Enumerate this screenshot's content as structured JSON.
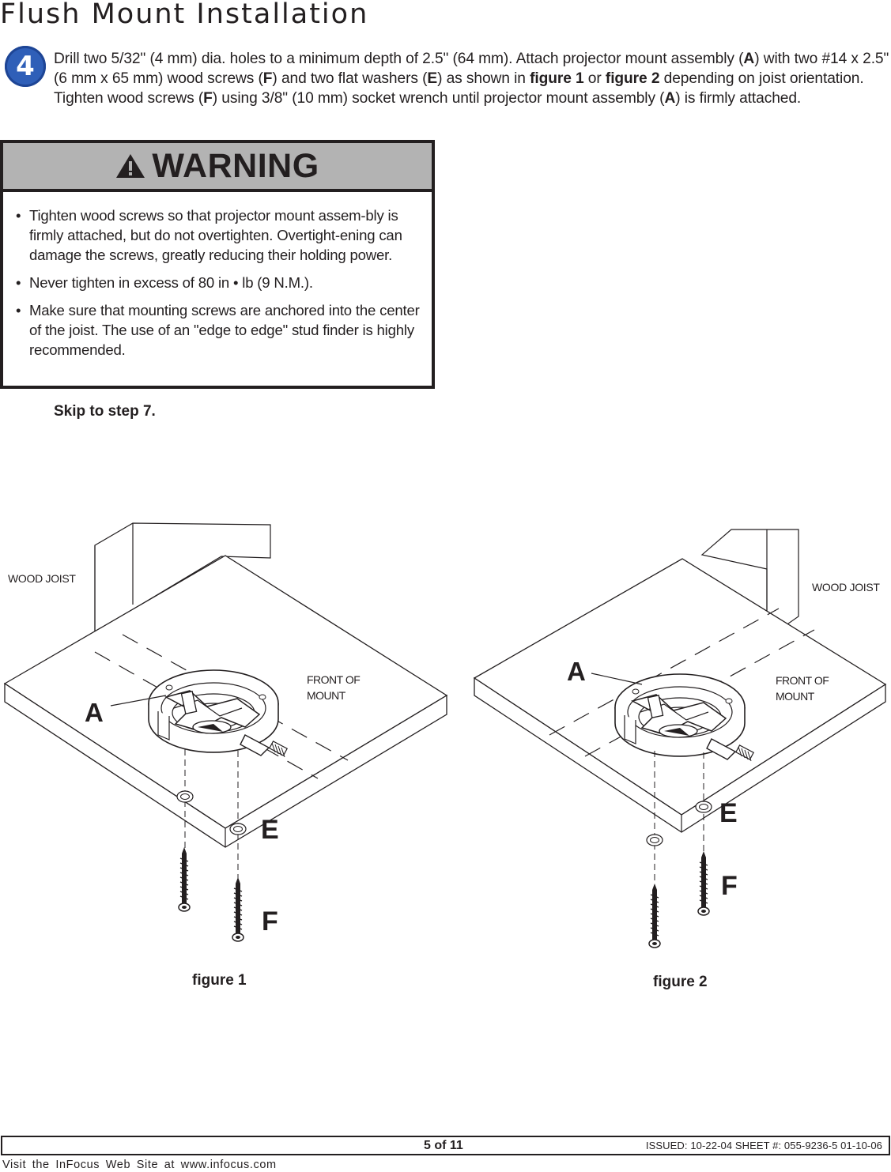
{
  "page": {
    "title": "Flush Mount Installation"
  },
  "step": {
    "number": "4",
    "text_parts": [
      {
        "t": "Drill two 5/32\" (4 mm) dia. holes to a minimum depth of 2.5\" (64 mm). Attach projector mount assembly (",
        "b": false
      },
      {
        "t": "A",
        "b": true
      },
      {
        "t": ") with two #14 x 2.5\" (6 mm x 65 mm) wood screws (",
        "b": false
      },
      {
        "t": "F",
        "b": true
      },
      {
        "t": ") and two flat washers (",
        "b": false
      },
      {
        "t": "E",
        "b": true
      },
      {
        "t": ") as shown in ",
        "b": false
      },
      {
        "t": "figure 1",
        "b": true
      },
      {
        "t": " or ",
        "b": false
      },
      {
        "t": "figure 2",
        "b": true
      },
      {
        "t": " depending on joist orientation.  Tighten wood screws (",
        "b": false
      },
      {
        "t": "F",
        "b": true
      },
      {
        "t": ") using 3/8\" (10 mm) socket wrench until projector mount assembly (",
        "b": false
      },
      {
        "t": "A",
        "b": true
      },
      {
        "t": ") is firmly attached.",
        "b": false
      }
    ]
  },
  "warning": {
    "title": "WARNING",
    "items": [
      "Tighten wood screws so that projector mount assem-bly is firmly attached, but do not overtighten. Overtight-ening can damage the screws, greatly reducing their holding power.",
      "Never tighten in excess of 80 in • lb (9 N.M.).",
      "Make sure that mounting screws are anchored into the center of the joist. The use of an \"edge to edge\" stud finder is highly recommended."
    ]
  },
  "skip_text": "Skip to step 7.",
  "figures": {
    "fig1": {
      "caption": "figure 1",
      "joist_label": "WOOD JOIST",
      "front_label_1": "FRONT OF",
      "front_label_2": "MOUNT",
      "label_a": "A",
      "label_e": "E",
      "label_f": "F"
    },
    "fig2": {
      "caption": "figure 2",
      "joist_label": "WOOD JOIST",
      "front_label_1": "FRONT OF",
      "front_label_2": "MOUNT",
      "label_a": "A",
      "label_e": "E",
      "label_f": "F"
    }
  },
  "footer": {
    "page_label": "5 of 11",
    "issued": "ISSUED: 10-22-04  SHEET #: 055-9236-5  01-10-06",
    "visit": "Visit the InFocus Web Site at www.infocus.com"
  },
  "colors": {
    "ink": "#231f20",
    "badge": "#2f5fb8",
    "warning_header": "#b3b3b3"
  }
}
